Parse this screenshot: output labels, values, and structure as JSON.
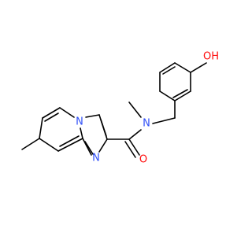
{
  "molecule": {
    "atoms": {
      "hydroxyl": {
        "text": "OH",
        "color": "#ff0d0d"
      },
      "amide_n": {
        "text": "N",
        "color": "#3050f8"
      },
      "carbonyl_o": {
        "text": "O",
        "color": "#ff0d0d"
      },
      "ring_n_imine": {
        "text": "N",
        "color": "#3050f8"
      },
      "ring_n_bridge": {
        "text": "N",
        "color": "#3050f8"
      }
    },
    "bond_color": "#000000"
  }
}
